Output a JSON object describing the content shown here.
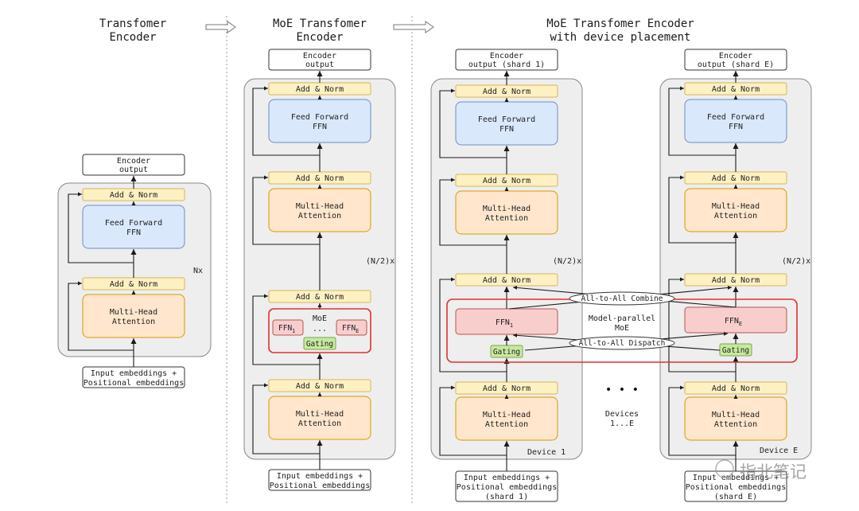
{
  "titles": {
    "col1": [
      "Transfomer",
      "Encoder"
    ],
    "col2": [
      "MoE Transfomer",
      "Encoder"
    ],
    "col3": [
      "MoE Transfomer Encoder",
      "with device placement"
    ]
  },
  "labels": {
    "encoder_output": [
      "Encoder",
      "output"
    ],
    "encoder_output_shard1": [
      "Encoder",
      "output (shard 1)"
    ],
    "encoder_output_shardE": [
      "Encoder",
      "output (shard E)"
    ],
    "add_norm": "Add & Norm",
    "feed_forward": [
      "Feed Forward",
      "FFN"
    ],
    "mha": [
      "Multi-Head",
      "Attention"
    ],
    "input_emb": [
      "Input embeddings +",
      "Positional embeddings"
    ],
    "input_emb_shard1": [
      "Input embeddings +",
      "Positional embeddings",
      "(shard 1)"
    ],
    "input_emb_shardE": [
      "Input embeddings +",
      "Positional embeddings",
      "(shard E)"
    ],
    "nx": "Nx",
    "n2x": "(N/2)x",
    "moe": "MoE",
    "ffn1": "FFN",
    "ffn1_sub": "1",
    "ffnE": "FFN",
    "ffnE_sub": "E",
    "ellipsis": "...",
    "gating": "Gating",
    "model_parallel": [
      "Model-parallel",
      "MoE"
    ],
    "all_to_all_combine": "All-to-All Combine",
    "all_to_all_dispatch": "All-to-All Dispatch",
    "dots": "•  •  •",
    "devices": [
      "Devices",
      "1...E"
    ],
    "device1": "Device 1",
    "deviceE": "Device E",
    "watermark": "指北笔记"
  }
}
